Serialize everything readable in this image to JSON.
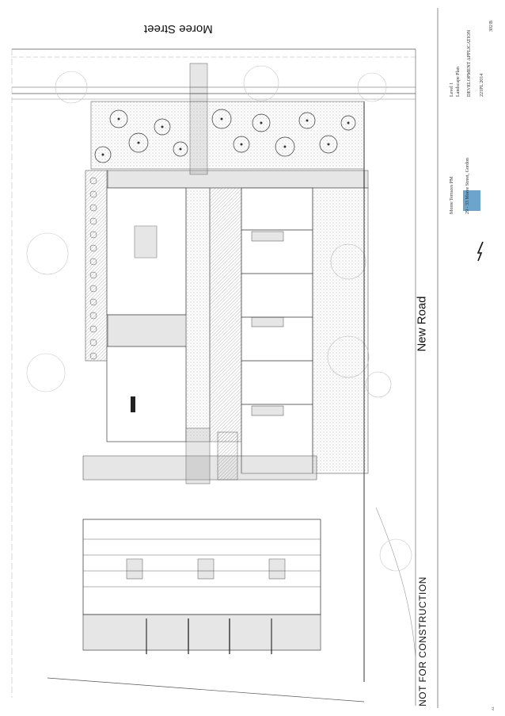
{
  "streets": {
    "top": "Moree Street",
    "right": "New Road"
  },
  "stamp": "NOT FOR CONSTRUCTION",
  "title_block": {
    "level": "Level 1",
    "drawing_title": "Landscape Plan",
    "status": "DEVELOPMENT APPLICATION",
    "client": "Moree Terraces PM",
    "address": "29 - 33 Moree Street, Gordon",
    "sheet_no": "302",
    "revision": "B",
    "job_no": "221PL 2014",
    "sheet_size": "A1"
  },
  "colors": {
    "line": "#333333",
    "light_line": "#9a9a9a",
    "hatch": "#777777",
    "logo": "#2c7fb8"
  }
}
